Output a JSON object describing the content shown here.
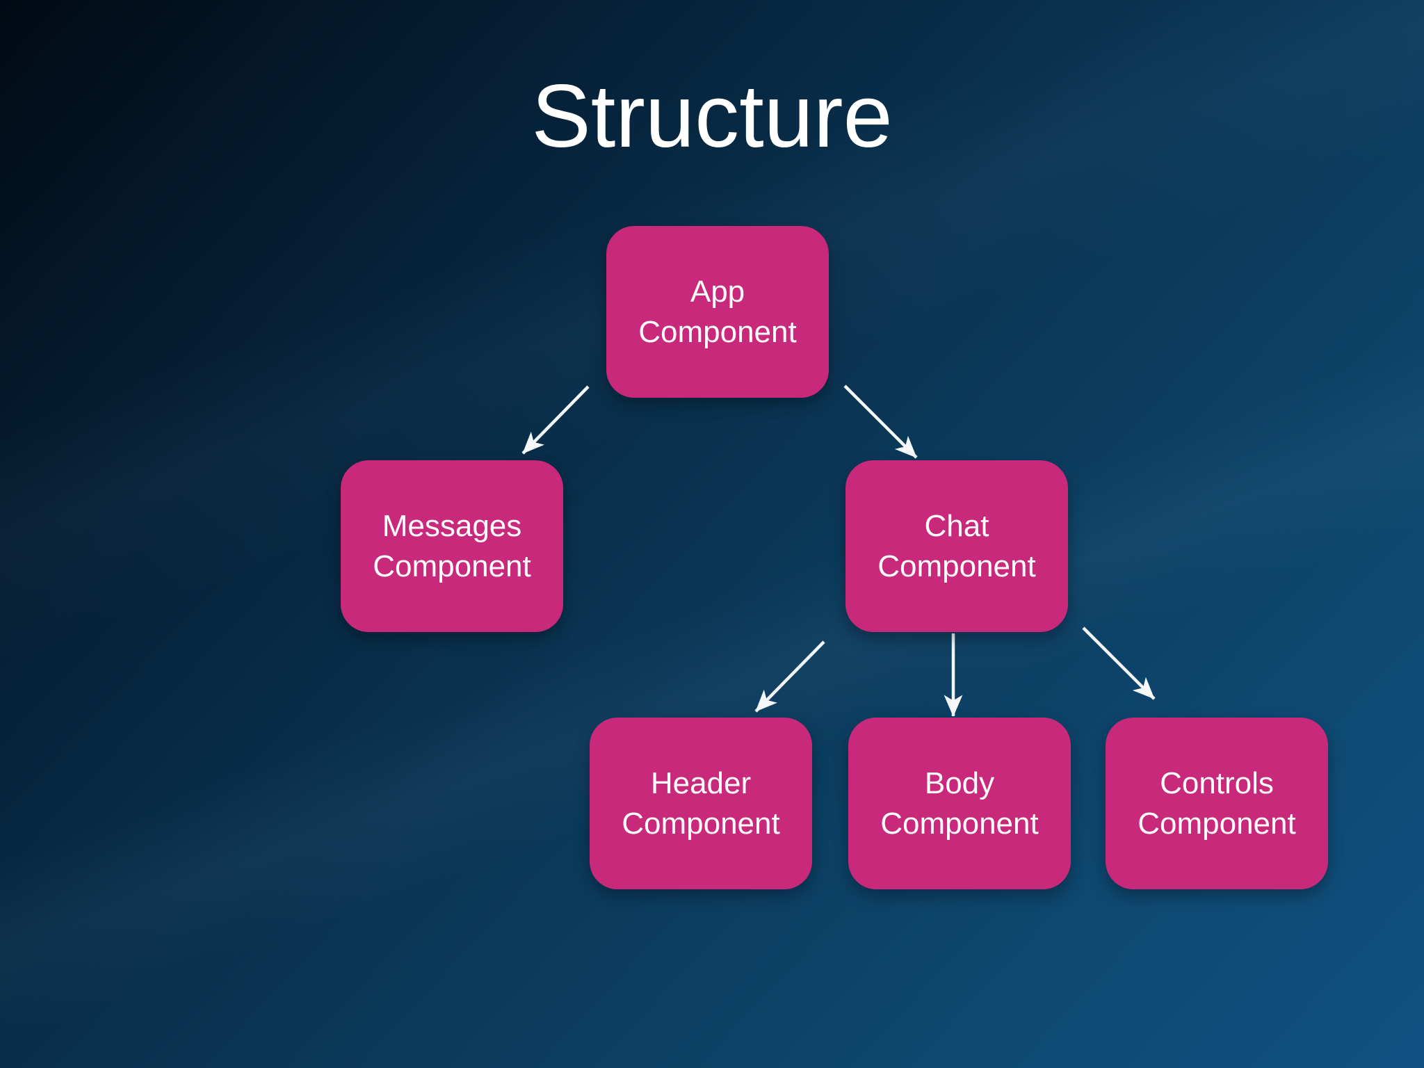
{
  "slide": {
    "title": "Structure",
    "background_color_top_left": "#010a13",
    "background_color_bottom_right": "#115081"
  },
  "diagram": {
    "node_fill_color": "#c8297b",
    "node_text_color": "#ffffff",
    "arrow_color": "#f4f8fa",
    "nodes": [
      {
        "id": "app-component",
        "line1": "App",
        "line2": "Component"
      },
      {
        "id": "messages-component",
        "line1": "Messages",
        "line2": "Component"
      },
      {
        "id": "chat-component",
        "line1": "Chat",
        "line2": "Component"
      },
      {
        "id": "header-component",
        "line1": "Header",
        "line2": "Component"
      },
      {
        "id": "body-component",
        "line1": "Body",
        "line2": "Component"
      },
      {
        "id": "controls-component",
        "line1": "Controls",
        "line2": "Component"
      }
    ],
    "edges": [
      {
        "from": "app-component",
        "to": "messages-component"
      },
      {
        "from": "app-component",
        "to": "chat-component"
      },
      {
        "from": "chat-component",
        "to": "header-component"
      },
      {
        "from": "chat-component",
        "to": "body-component"
      },
      {
        "from": "chat-component",
        "to": "controls-component"
      }
    ]
  }
}
